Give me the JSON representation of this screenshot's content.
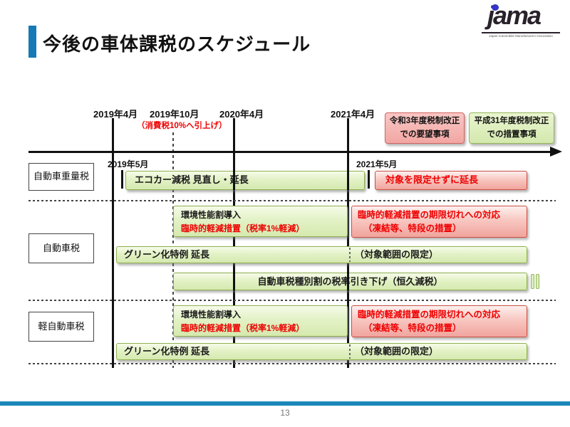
{
  "logo": {
    "text": "jama",
    "subtext": "Japan Automobile Manufacturers Association"
  },
  "title": "今後の車体課税のスケジュール",
  "timeline": {
    "dates": [
      {
        "label": "2019年4月"
      },
      {
        "label": "2019年10月",
        "note": "（消費税10%へ引上げ）"
      },
      {
        "label": "2020年4月"
      },
      {
        "label": "2021年4月"
      }
    ],
    "sub_dates": [
      "2019年5月",
      "2021年5月"
    ]
  },
  "legend": {
    "request": {
      "line1": "令和3年度税制改正",
      "line2": "での要望事項"
    },
    "enacted": {
      "line1": "平成31年度税制改正",
      "line2": "での措置事項"
    }
  },
  "rows": {
    "weight_tax": {
      "label": "自動車重量税",
      "green_bar": "エコカー減税 見直し・延長",
      "red_box": "対象を限定せずに延長"
    },
    "auto_tax": {
      "label": "自動車税",
      "green_box_line1": "環境性能割導入",
      "green_box_line2": "臨時的軽減措置（税率1%軽減）",
      "red_box_line1": "臨時的軽減措置の期限切れへの対応",
      "red_box_line2": "（凍結等、特段の措置）",
      "green_bar": "グリーン化特例 延長",
      "green_bar_right": "（対象範囲の限定）"
    },
    "shared_bar": "自動車税種別割の税率引き下げ（恒久減税）",
    "kei_tax": {
      "label": "軽自動車税",
      "green_box_line1": "環境性能割導入",
      "green_box_line2": "臨時的軽減措置（税率1%軽減）",
      "red_box_line1": "臨時的軽減措置の期限切れへの対応",
      "red_box_line2": "（凍結等、特段の措置）",
      "green_bar": "グリーン化特例 延長",
      "green_bar_right": "（対象範囲の限定）"
    }
  },
  "footer": {
    "page": "13"
  },
  "colors": {
    "accent_blue": "#1579B5",
    "footer_blue": "#1C87BA",
    "green_fill": "#DDEDBC",
    "green_border": "#8FB04F",
    "red_fill": "#F5B3AC",
    "red_border": "#C94F45",
    "red_text": "#EE0000",
    "logo_dot_blue": "#3434C8"
  }
}
